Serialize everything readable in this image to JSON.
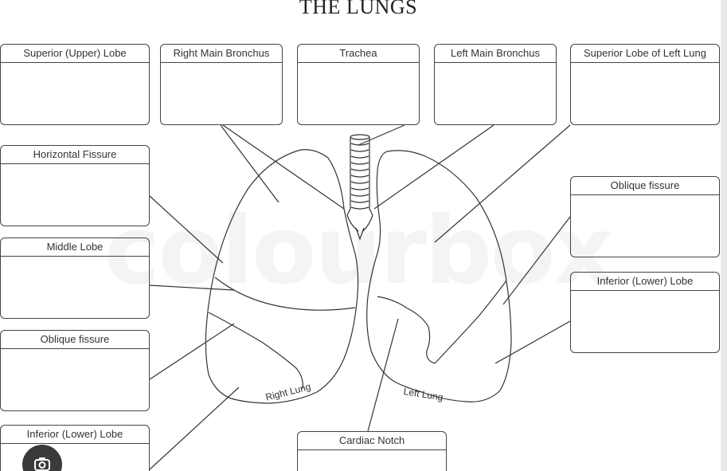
{
  "title": "THE LUNGS",
  "watermark": "colourbox",
  "labels": {
    "superior_upper_lobe": "Superior (Upper) Lobe",
    "right_main_bronchus": "Right Main Bronchus",
    "trachea": "Trachea",
    "left_main_bronchus": "Left Main Bronchus",
    "superior_lobe_left_lung": "Superior Lobe of Left Lung",
    "horizontal_fissure": "Horizontal Fissure",
    "oblique_fissure_right": "Oblique fissure",
    "middle_lobe": "Middle Lobe",
    "oblique_fissure_left": "Oblique fissure",
    "inferior_lower_lobe_left": "Inferior (Lower) Lobe",
    "inferior_lower_lobe_right": "Inferior (Lower) Lobe",
    "cardiac_notch": "Cardiac Notch"
  },
  "lung_labels": {
    "right": "Right Lung",
    "left": "Left Lung"
  },
  "icons": {
    "lens": "google-lens-icon"
  }
}
